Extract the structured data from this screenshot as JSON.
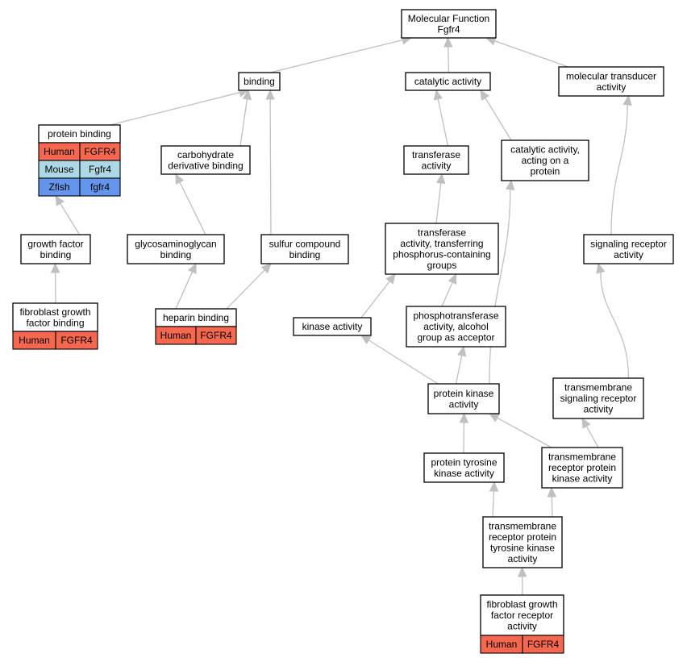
{
  "species_colors": {
    "Human": "#f5674f",
    "Mouse": "#add8e6",
    "Zfish": "#6495ed"
  },
  "nodes": [
    {
      "id": "mf",
      "lines": [
        "Molecular Function",
        "Fgfr4"
      ],
      "annotations": []
    },
    {
      "id": "binding",
      "lines": [
        "binding"
      ],
      "annotations": []
    },
    {
      "id": "catalytic",
      "lines": [
        "catalytic activity"
      ],
      "annotations": []
    },
    {
      "id": "transducer",
      "lines": [
        "molecular transducer",
        "activity"
      ],
      "annotations": []
    },
    {
      "id": "protein_binding",
      "lines": [
        "protein binding"
      ],
      "annotations": [
        {
          "species": "Human",
          "gene": "FGFR4"
        },
        {
          "species": "Mouse",
          "gene": "Fgfr4"
        },
        {
          "species": "Zfish",
          "gene": "fgfr4"
        }
      ]
    },
    {
      "id": "carb",
      "lines": [
        "carbohydrate",
        "derivative binding"
      ],
      "annotations": []
    },
    {
      "id": "transferase",
      "lines": [
        "transferase",
        "activity"
      ],
      "annotations": []
    },
    {
      "id": "cat_protein",
      "lines": [
        "catalytic activity,",
        "acting on a",
        "protein"
      ],
      "annotations": []
    },
    {
      "id": "growth",
      "lines": [
        "growth factor",
        "binding"
      ],
      "annotations": []
    },
    {
      "id": "gag",
      "lines": [
        "glycosaminoglycan",
        "binding"
      ],
      "annotations": []
    },
    {
      "id": "sulfur",
      "lines": [
        "sulfur compound",
        "binding"
      ],
      "annotations": []
    },
    {
      "id": "transf_p",
      "lines": [
        "transferase",
        "activity, transferring",
        "phosphorus-containing",
        "groups"
      ],
      "annotations": []
    },
    {
      "id": "sig_rec",
      "lines": [
        "signaling receptor",
        "activity"
      ],
      "annotations": []
    },
    {
      "id": "fgf_binding",
      "lines": [
        "fibroblast growth",
        "factor binding"
      ],
      "annotations": [
        {
          "species": "Human",
          "gene": "FGFR4"
        }
      ]
    },
    {
      "id": "heparin",
      "lines": [
        "heparin binding"
      ],
      "annotations": [
        {
          "species": "Human",
          "gene": "FGFR4"
        }
      ]
    },
    {
      "id": "kinase",
      "lines": [
        "kinase activity"
      ],
      "annotations": []
    },
    {
      "id": "phospho",
      "lines": [
        "phosphotransferase",
        "activity, alcohol",
        "group as acceptor"
      ],
      "annotations": []
    },
    {
      "id": "pkinase",
      "lines": [
        "protein kinase",
        "activity"
      ],
      "annotations": []
    },
    {
      "id": "tm_sig",
      "lines": [
        "transmembrane",
        "signaling receptor",
        "activity"
      ],
      "annotations": []
    },
    {
      "id": "ptk",
      "lines": [
        "protein tyrosine",
        "kinase activity"
      ],
      "annotations": []
    },
    {
      "id": "tm_rpk",
      "lines": [
        "transmembrane",
        "receptor protein",
        "kinase activity"
      ],
      "annotations": []
    },
    {
      "id": "tm_rptk",
      "lines": [
        "transmembrane",
        "receptor protein",
        "tyrosine kinase",
        "activity"
      ],
      "annotations": []
    },
    {
      "id": "fgfr_act",
      "lines": [
        "fibroblast growth",
        "factor receptor",
        "activity"
      ],
      "annotations": [
        {
          "species": "Human",
          "gene": "FGFR4"
        }
      ]
    }
  ],
  "edges": [
    {
      "from": "binding",
      "to": "mf"
    },
    {
      "from": "catalytic",
      "to": "mf"
    },
    {
      "from": "transducer",
      "to": "mf"
    },
    {
      "from": "protein_binding",
      "to": "binding"
    },
    {
      "from": "carb",
      "to": "binding"
    },
    {
      "from": "sulfur",
      "to": "binding"
    },
    {
      "from": "transferase",
      "to": "catalytic"
    },
    {
      "from": "cat_protein",
      "to": "catalytic"
    },
    {
      "from": "growth",
      "to": "protein_binding"
    },
    {
      "from": "fgf_binding",
      "to": "growth"
    },
    {
      "from": "gag",
      "to": "carb"
    },
    {
      "from": "heparin",
      "to": "gag"
    },
    {
      "from": "heparin",
      "to": "sulfur"
    },
    {
      "from": "transf_p",
      "to": "transferase"
    },
    {
      "from": "kinase",
      "to": "transf_p"
    },
    {
      "from": "phospho",
      "to": "transf_p"
    },
    {
      "from": "pkinase",
      "to": "kinase"
    },
    {
      "from": "pkinase",
      "to": "phospho"
    },
    {
      "from": "pkinase",
      "to": "cat_protein"
    },
    {
      "from": "sig_rec",
      "to": "transducer"
    },
    {
      "from": "tm_sig",
      "to": "sig_rec"
    },
    {
      "from": "tm_rpk",
      "to": "tm_sig"
    },
    {
      "from": "tm_rpk",
      "to": "pkinase"
    },
    {
      "from": "ptk",
      "to": "pkinase"
    },
    {
      "from": "tm_rptk",
      "to": "ptk"
    },
    {
      "from": "tm_rptk",
      "to": "tm_rpk"
    },
    {
      "from": "fgfr_act",
      "to": "tm_rptk"
    }
  ]
}
